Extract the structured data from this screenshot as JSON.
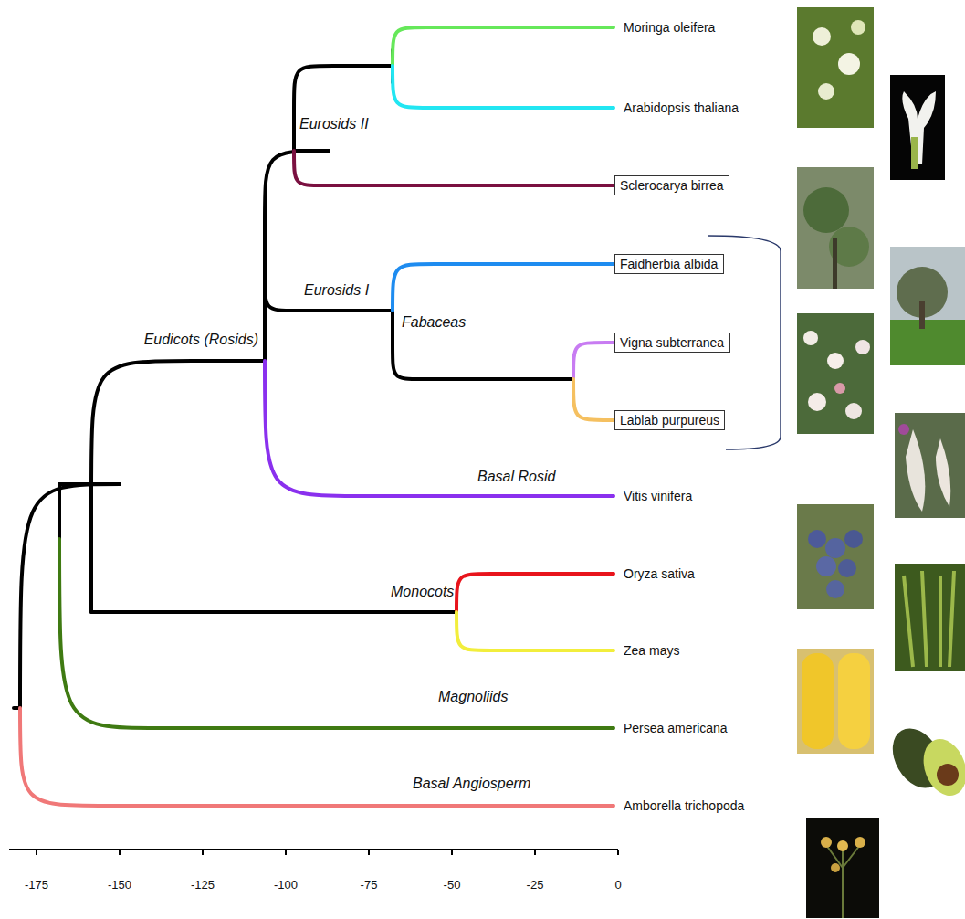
{
  "diagram": {
    "nodes": [
      {
        "text": [
          "Sclerocarya birrea"
        ]
      },
      {
        "text": [
          "Faidherbia albida"
        ]
      },
      {
        "text": [
          "Vigna subterranea"
        ]
      },
      {
        "text": [
          "Lablab purpureus"
        ]
      }
    ],
    "labels": [
      "Moringa oleifera",
      "Arabidopsis thaliana",
      "Eurosids II",
      "Eurosids I",
      "Fabaceas",
      "Eudicots (Rosids)",
      "Vitis vinifera",
      "Basal Rosid",
      "Monocots",
      "Oryza sativa",
      "Zea mays",
      "Magnoliids",
      "Persea americana",
      "Basal Angiosperm",
      "Amborella trichopoda",
      "-175",
      "-150",
      "-125",
      "-100",
      "-75",
      "-50",
      "-25",
      "0"
    ]
  }
}
